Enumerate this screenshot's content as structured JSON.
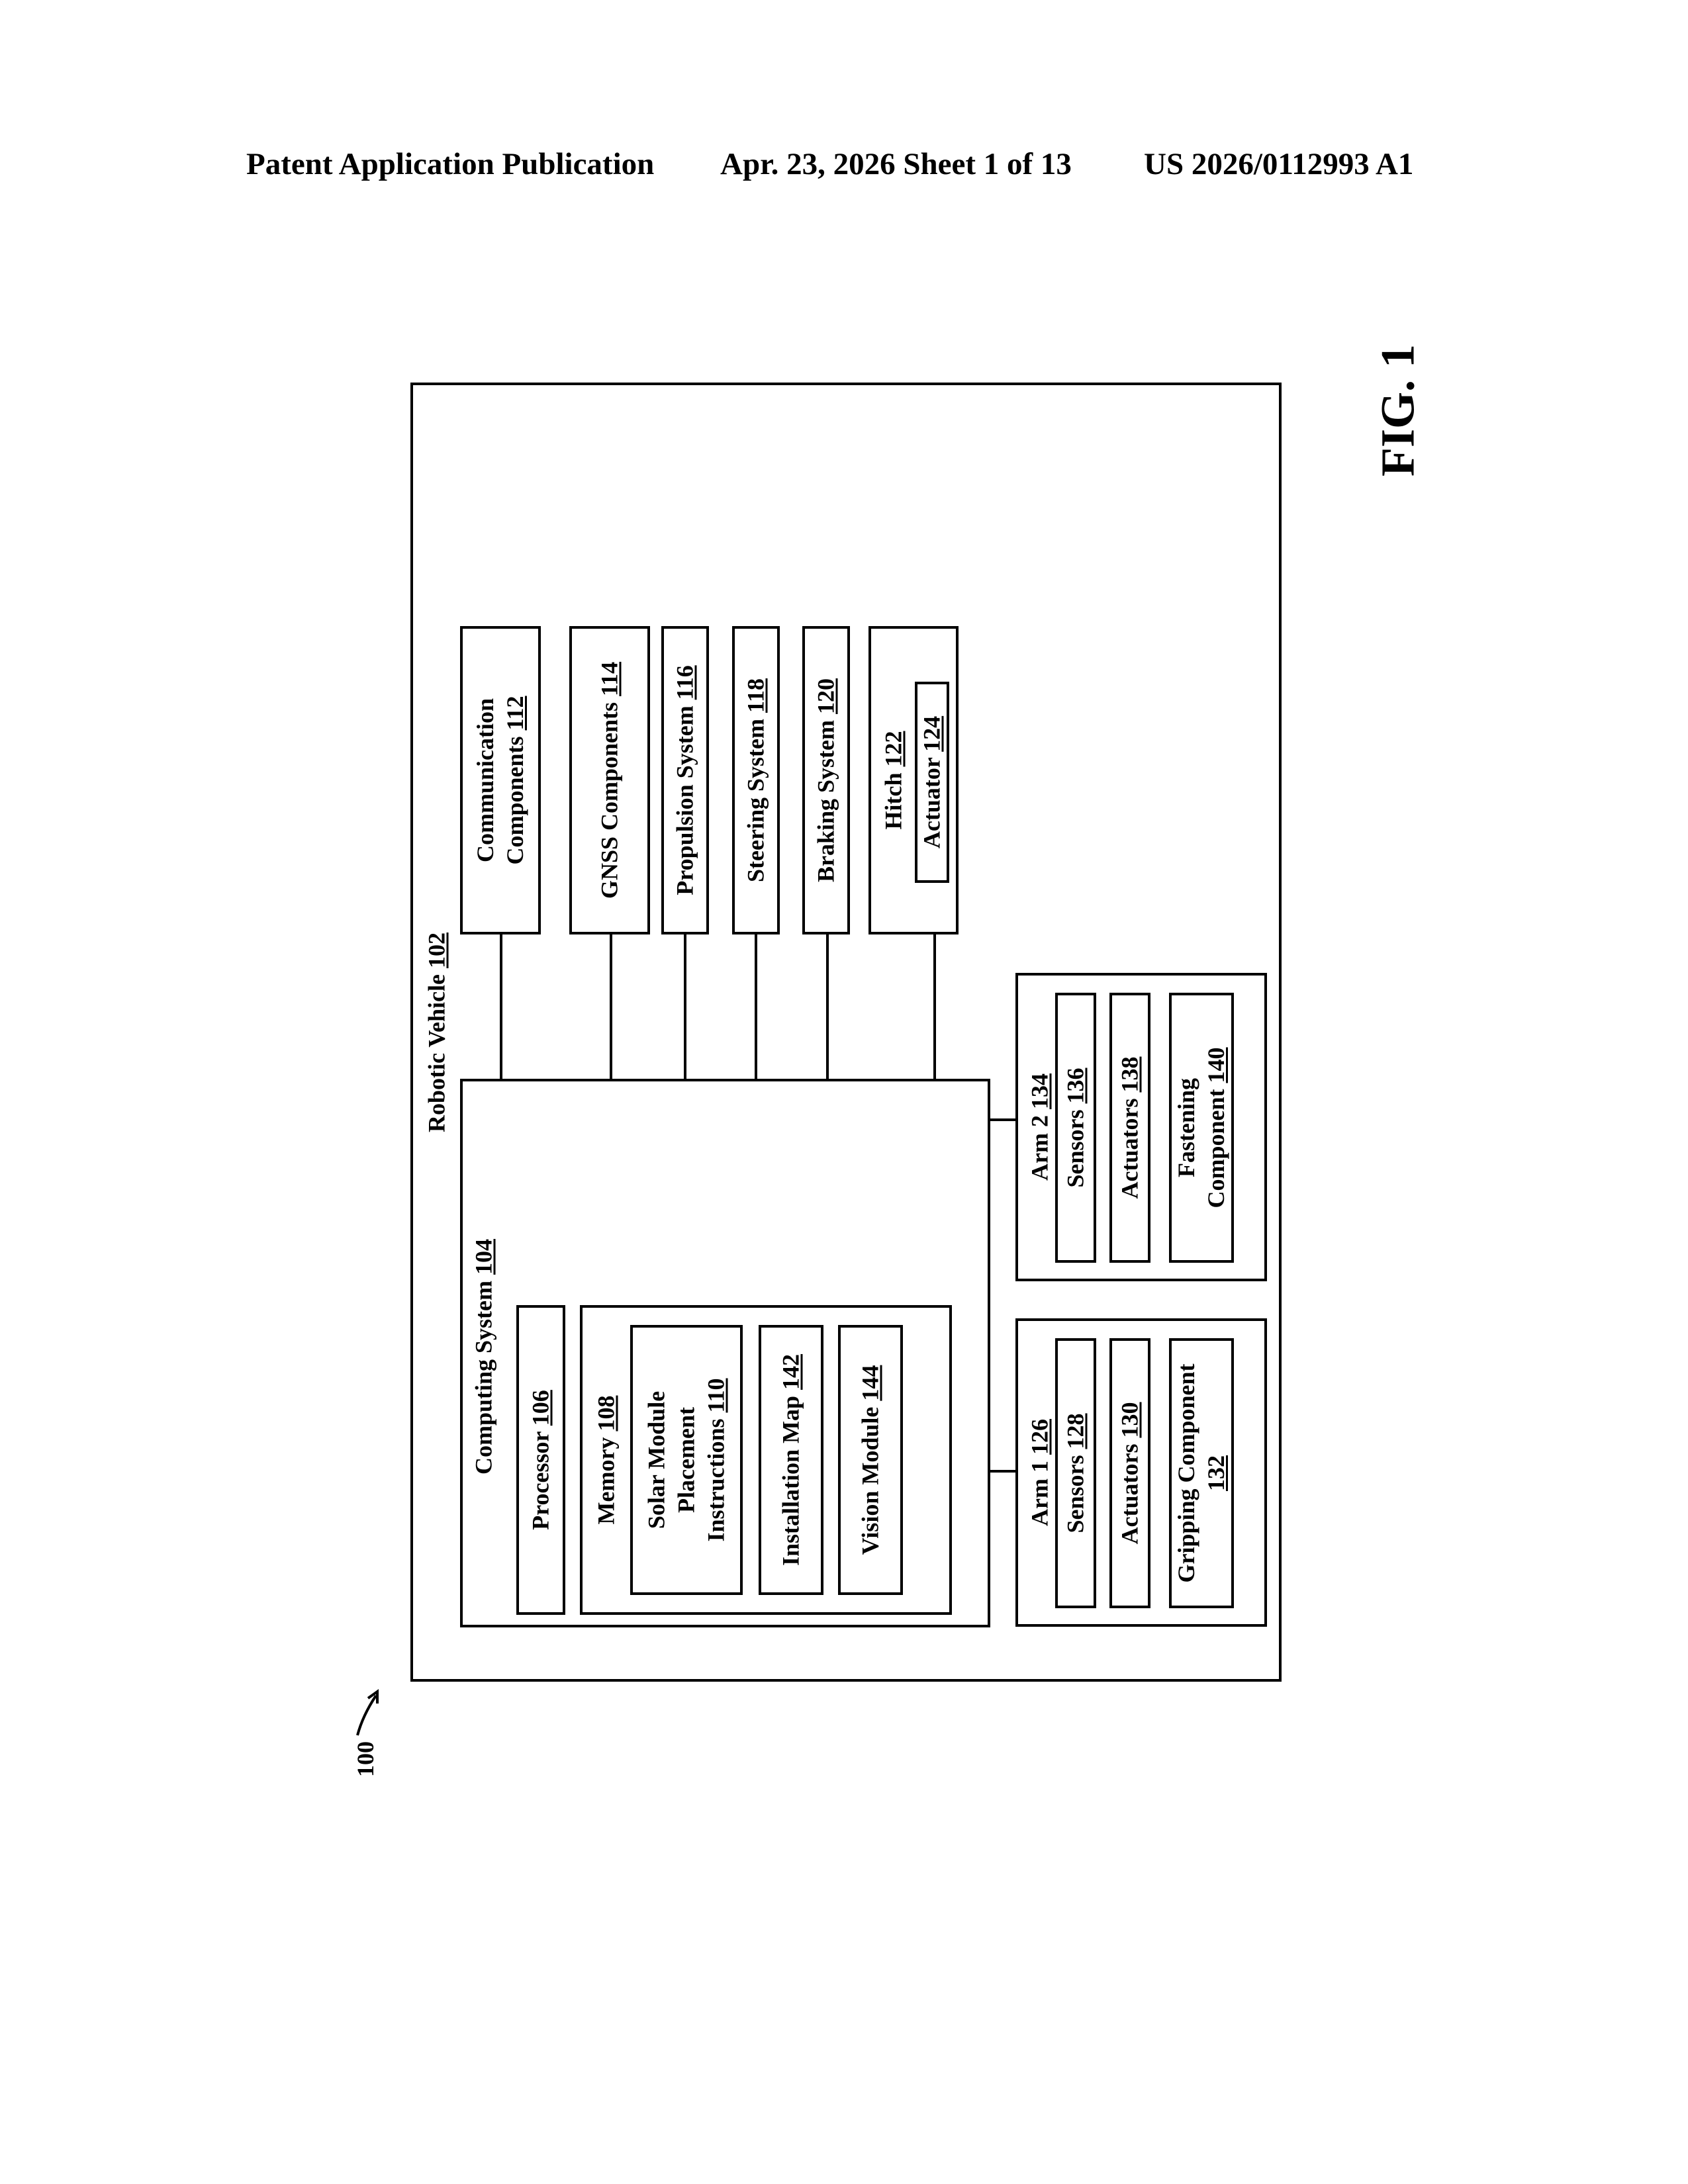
{
  "header": {
    "left": "Patent Application Publication",
    "date_sheet": "Apr. 23, 2026  Sheet 1 of 13",
    "pub_number": "US 2026/0112993 A1"
  },
  "figure_label": "FIG. 1",
  "figure_ref": "100",
  "vehicle": {
    "name": "Robotic Vehicle",
    "ref": "102"
  },
  "computing": {
    "name": "Computing System",
    "ref": "104"
  },
  "processor": {
    "name": "Processor",
    "ref": "106"
  },
  "memory": {
    "name": "Memory",
    "ref": "108"
  },
  "placement": {
    "line1": "Solar Module",
    "line2": "Placement",
    "line3": "Instructions",
    "ref": "110"
  },
  "installation_map": {
    "name": "Installation Map",
    "ref": "142"
  },
  "vision": {
    "name": "Vision Module",
    "ref": "144"
  },
  "communication": {
    "line1": "Communication",
    "line2": "Components",
    "ref": "112"
  },
  "gnss": {
    "name": "GNSS Components",
    "ref": "114"
  },
  "propulsion": {
    "name": "Propulsion System",
    "ref": "116"
  },
  "steering": {
    "name": "Steering System",
    "ref": "118"
  },
  "braking": {
    "name": "Braking System",
    "ref": "120"
  },
  "hitch": {
    "name": "Hitch",
    "ref": "122"
  },
  "actuator": {
    "name": "Actuator",
    "ref": "124"
  },
  "arm1": {
    "name": "Arm 1",
    "ref": "126",
    "sensors": {
      "name": "Sensors",
      "ref": "128"
    },
    "actuators": {
      "name": "Actuators",
      "ref": "130"
    },
    "gripping": {
      "line1": "Gripping Component",
      "ref": "132"
    }
  },
  "arm2": {
    "name": "Arm 2",
    "ref": "134",
    "sensors": {
      "name": "Sensors",
      "ref": "136"
    },
    "actuators": {
      "name": "Actuators",
      "ref": "138"
    },
    "fastening": {
      "line1": "Fastening",
      "line2": "Component",
      "ref": "140"
    }
  }
}
